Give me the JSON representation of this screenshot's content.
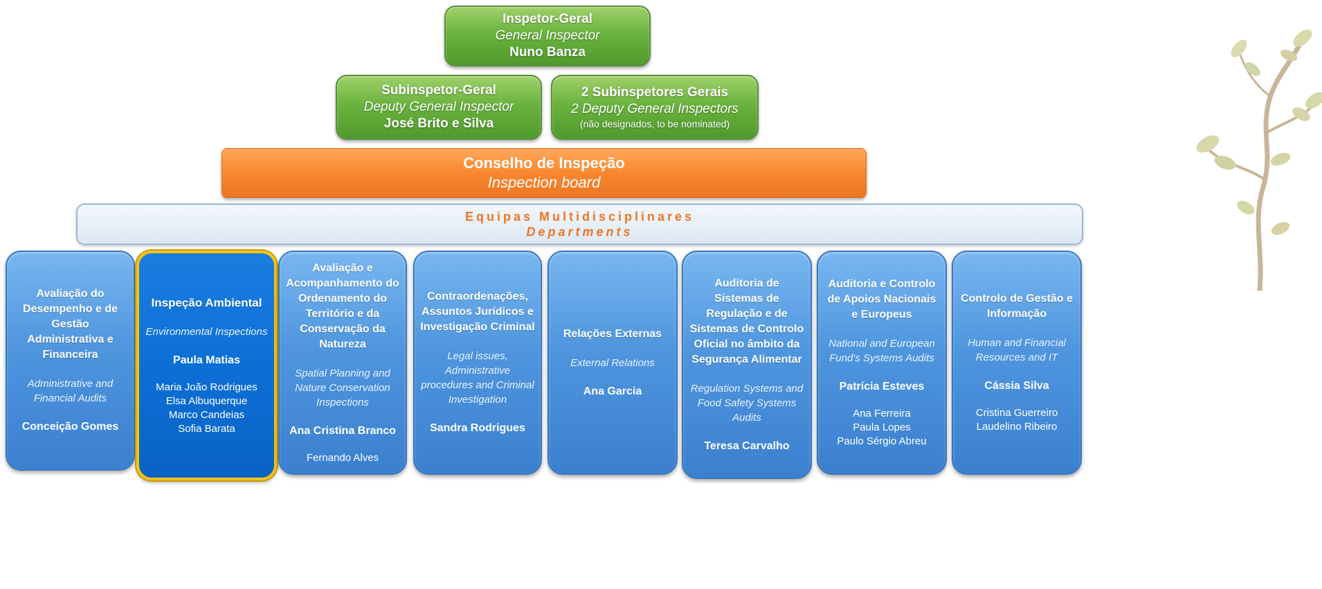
{
  "top": {
    "title_pt": "Inspetor-Geral",
    "title_en": "General Inspector",
    "name": "Nuno Banza"
  },
  "deputy": {
    "title_pt": "Subinspetor-Geral",
    "title_en": "Deputy General Inspector",
    "name": "José Brito e Silva"
  },
  "deputies2": {
    "title_pt": "2 Subinspetores Gerais",
    "title_en": "2 Deputy General Inspectors",
    "note": "(não designados, to be nominated)"
  },
  "board": {
    "title_pt": "Conselho de Inspeção",
    "title_en": "Inspection board"
  },
  "band": {
    "title_pt": "Equipas Multidisciplinares",
    "title_en": "Departments"
  },
  "departments": [
    {
      "title": "Avaliação do Desempenho e de Gestão Administrativa e Financeira",
      "title_en": "Administrative and Financial Audits",
      "head": "Conceição Gomes",
      "members": []
    },
    {
      "title": "Inspeção Ambiental",
      "title_en": "Environmental Inspections",
      "head": "Paula Matias",
      "members": [
        "Maria João Rodrigues",
        "Elsa Albuquerque",
        "Marco Candeias",
        "Sofia Barata"
      ]
    },
    {
      "title": "Avaliação e Acompanhamento do Ordenamento do Território e da Conservação da Natureza",
      "title_en": "Spatial Planning and Nature Conservation Inspections",
      "head": "Ana Cristina Branco",
      "members": [
        "Fernando Alves"
      ]
    },
    {
      "title": "Contraordenações, Assuntos Jurídicos e Investigação Criminal",
      "title_en": "Legal issues, Administrative procedures and Criminal Investigation",
      "head": "Sandra Rodrigues",
      "members": []
    },
    {
      "title": "Relações Externas",
      "title_en": "External Relations",
      "head": "Ana Garcia",
      "members": []
    },
    {
      "title": "Auditoria de Sistemas de Regulação e de Sistemas de Controlo Oficial no âmbito da Segurança Alimentar",
      "title_en": "Regulation Systems and Food Safety Systems Audits",
      "head": "Teresa Carvalho",
      "members": []
    },
    {
      "title": "Auditoria e Controlo de Apoios Nacionais e Europeus",
      "title_en": "National and European Fund's Systems Audits",
      "head": "Patrícia Esteves",
      "members": [
        "Ana Ferreira",
        "Paula Lopes",
        "Paulo Sérgio Abreu"
      ]
    },
    {
      "title": "Controlo de Gestão e Informação",
      "title_en": "Human and Financial Resources and IT",
      "head": "Cássia Silva",
      "members": [
        "Cristina Guerreiro",
        "Laudelino Ribeiro"
      ]
    }
  ],
  "colors": {
    "green": "#6bb33f",
    "orange": "#f7882f",
    "department_blue": "#4e95de",
    "highlight_border": "#f2c21a"
  },
  "icons": {
    "decoration": "tree-branch-icon"
  }
}
